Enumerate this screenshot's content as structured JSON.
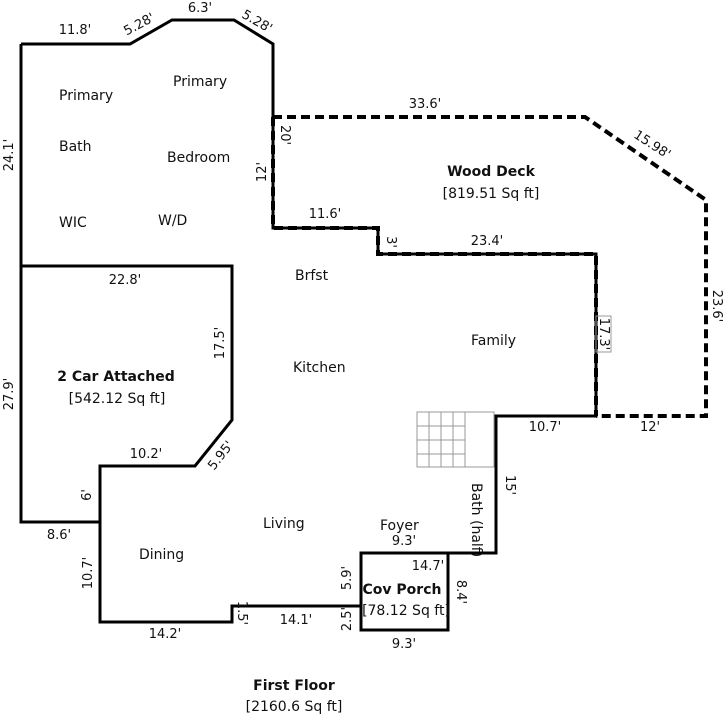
{
  "plan": {
    "title": "First Floor",
    "total_area": "[2160.6 Sq ft]",
    "rooms": {
      "primary_bath_line1": "Primary",
      "primary_bath_line2": "Bath",
      "primary_bedroom_line1": "Primary",
      "primary_bedroom_line2": "Bedroom",
      "wic": "WIC",
      "wd": "W/D",
      "brfst": "Brfst",
      "kitchen": "Kitchen",
      "family": "Family",
      "living": "Living",
      "dining": "Dining",
      "foyer": "Foyer",
      "bath_half": "Bath (half)"
    },
    "zones": {
      "garage_name": "2 Car Attached",
      "garage_area": "[542.12 Sq ft]",
      "deck_name": "Wood Deck",
      "deck_area": "[819.51 Sq ft]",
      "porch_name": "Cov Porch",
      "porch_area": "[78.12 Sq ft]"
    },
    "dims": {
      "top_left": "11.8'",
      "top_left_angle": "5.28'",
      "top_mid": "6.3'",
      "top_right_angle": "5.28'",
      "left_upper": "24.1'",
      "left_lower": "27.9'",
      "deck_top": "33.6'",
      "deck_angle": "15.98'",
      "deck_left": "20'",
      "bed_right": "12'",
      "deck_step_h": "11.6'",
      "deck_step_v": "3'",
      "deck_mid": "23.4'",
      "deck_inner": "17.3'",
      "deck_right": "23.6'",
      "deck_bottom": "12'",
      "garage_top": "22.8'",
      "garage_right": "17.5'",
      "garage_angle": "5.95'",
      "garage_bottom": "10.2'",
      "garage_inset": "6'",
      "dining_top": "8.6'",
      "dining_left": "10.7'",
      "bottom_left": "14.2'",
      "bottom_step": "1.5'",
      "bottom_mid": "14.1'",
      "porch_left_upper": "5.9'",
      "porch_left_lower": "2.5'",
      "foyer": "9.3'",
      "porch_inner": "14.7'",
      "porch_right": "8.4'",
      "porch_bottom": "9.3'",
      "family_bottom": "10.7'",
      "bath_right": "15'"
    }
  }
}
